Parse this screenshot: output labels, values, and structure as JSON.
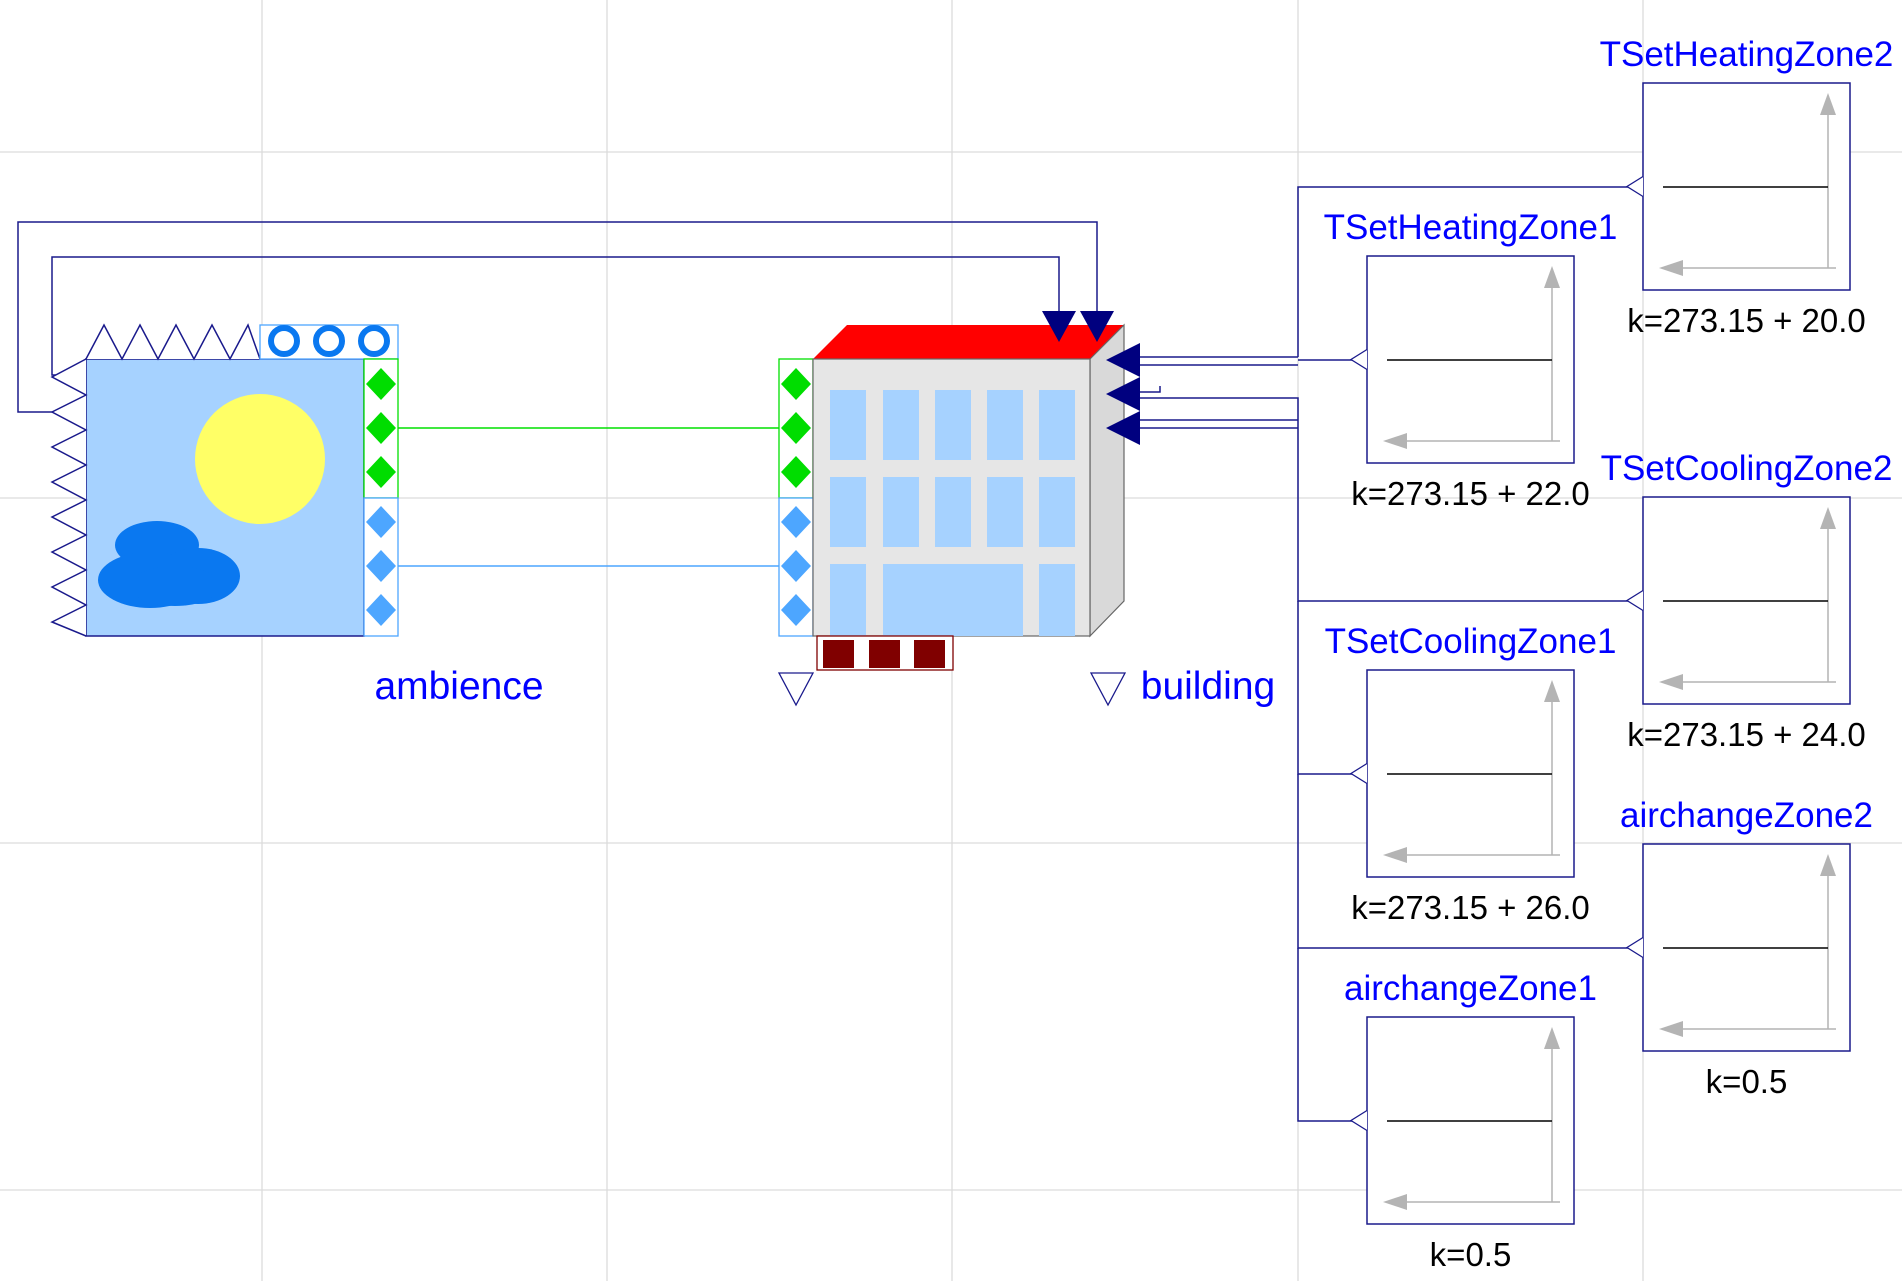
{
  "colors": {
    "grid": "#dcdcdc",
    "connector_blue": "#00007f",
    "signal_line": "#1a1a8c",
    "green_line": "#00e000",
    "lightblue_line": "#4da6ff",
    "label_blue": "#0000ff",
    "sky": "#a6d2ff",
    "sun": "#ffff66",
    "cloud": "#0a78f0",
    "roof": "#ff0000",
    "wall": "#e6e6e6",
    "window": "#a6d2ff",
    "foundation": "#800000",
    "heat_green": "#00dd00",
    "heat_lightblue": "#4da6ff"
  },
  "components": {
    "ambience": {
      "name": "ambience",
      "icon": "weather-sun-cloud-icon"
    },
    "building": {
      "name": "building",
      "icon": "building-icon"
    }
  },
  "constants": [
    {
      "id": "tset-heating-zone2",
      "name": "TSetHeatingZone2",
      "param": "k=273.15 + 20.0"
    },
    {
      "id": "tset-heating-zone1",
      "name": "TSetHeatingZone1",
      "param": "k=273.15 + 22.0"
    },
    {
      "id": "tset-cooling-zone2",
      "name": "TSetCoolingZone2",
      "param": "k=273.15 + 24.0"
    },
    {
      "id": "tset-cooling-zone1",
      "name": "TSetCoolingZone1",
      "param": "k=273.15 + 26.0"
    },
    {
      "id": "airchange-zone2",
      "name": "airchangeZone2",
      "param": "k=0.5"
    },
    {
      "id": "airchange-zone1",
      "name": "airchangeZone1",
      "param": "k=0.5"
    }
  ]
}
